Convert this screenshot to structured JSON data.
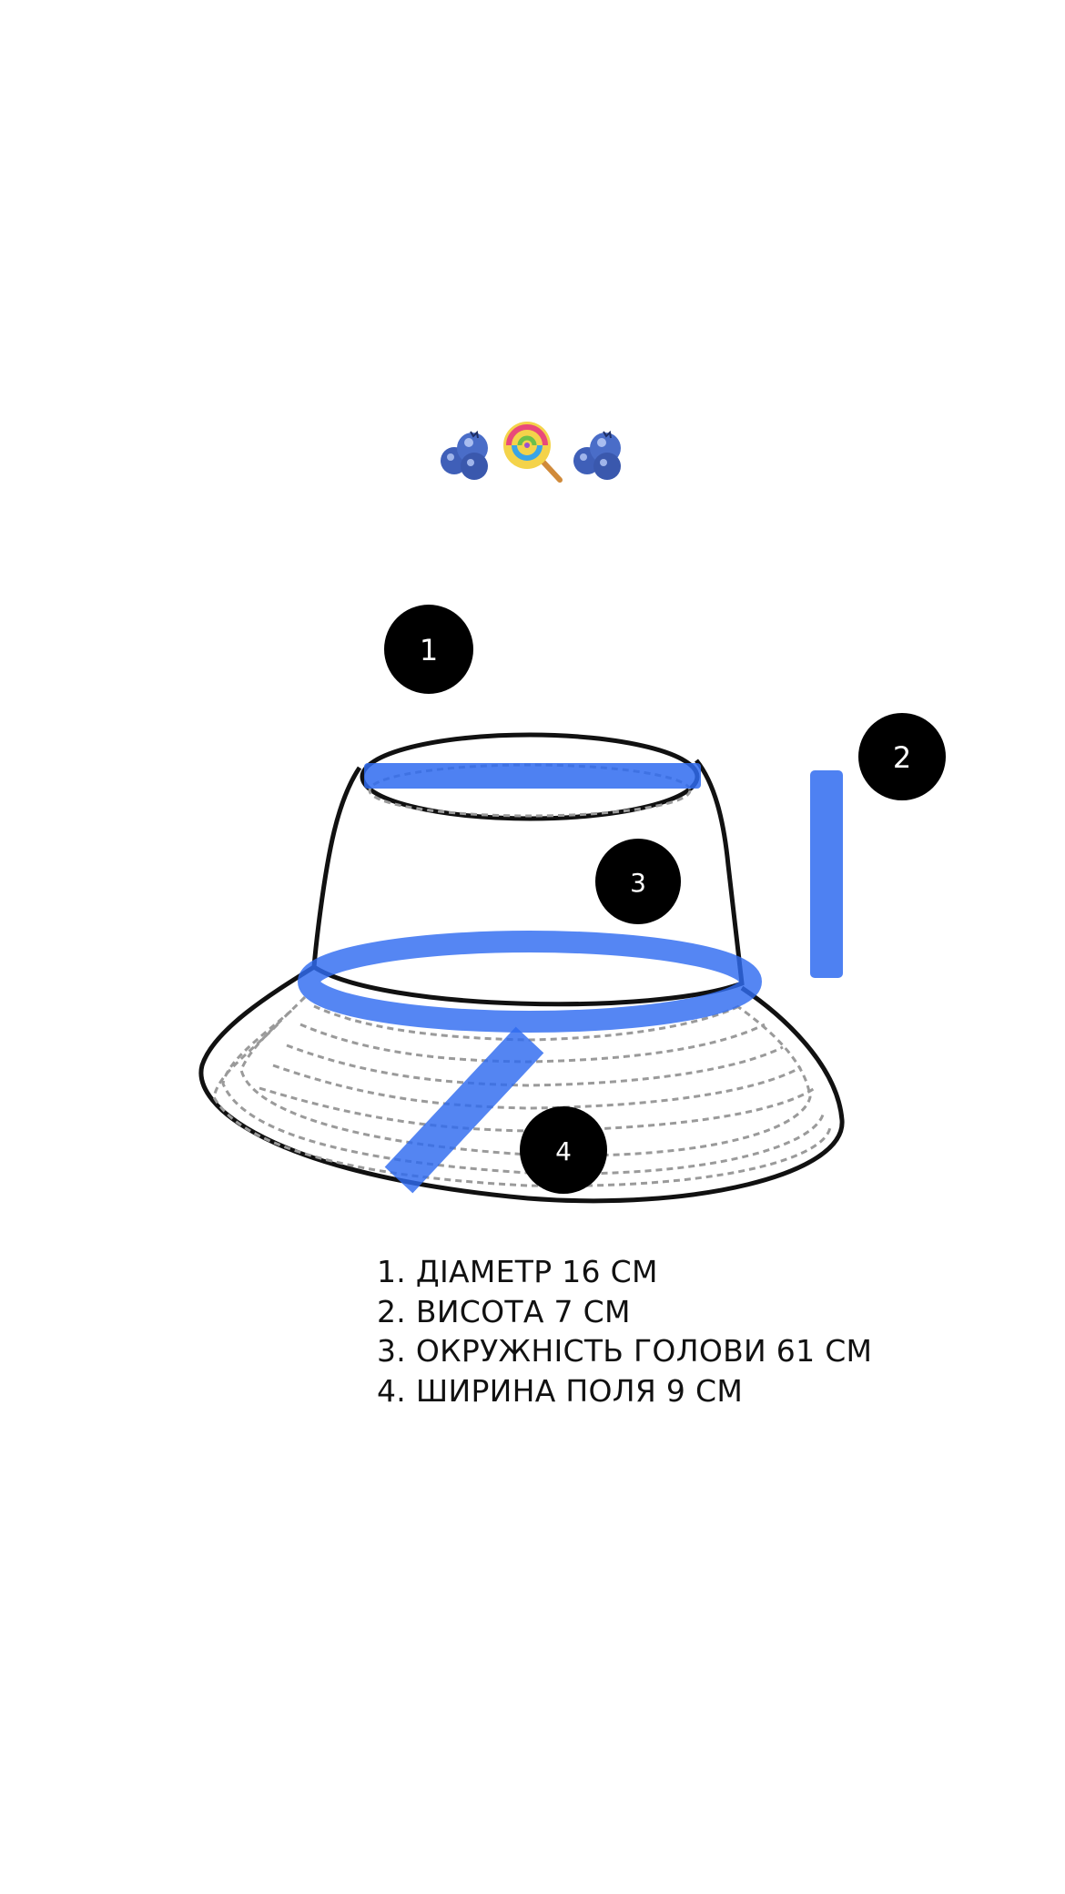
{
  "decoration": {
    "icons": [
      "blueberries-icon",
      "lollipop-icon",
      "blueberries-icon"
    ]
  },
  "colors": {
    "highlight": "#2f6bf0",
    "marker_bg": "#000000",
    "marker_text": "#ffffff",
    "outline": "#111111",
    "stitch": "#9a9a9a"
  },
  "diagram": {
    "markers": [
      "1",
      "2",
      "3",
      "4"
    ]
  },
  "legend": {
    "items": [
      "1. ДІАМЕТР 16 СМ",
      "2. ВИСОТА 7 СМ",
      "3. ОКРУЖНІСТЬ ГОЛОВИ 61 СМ",
      "4. ШИРИНА ПОЛЯ 9 СМ"
    ]
  }
}
